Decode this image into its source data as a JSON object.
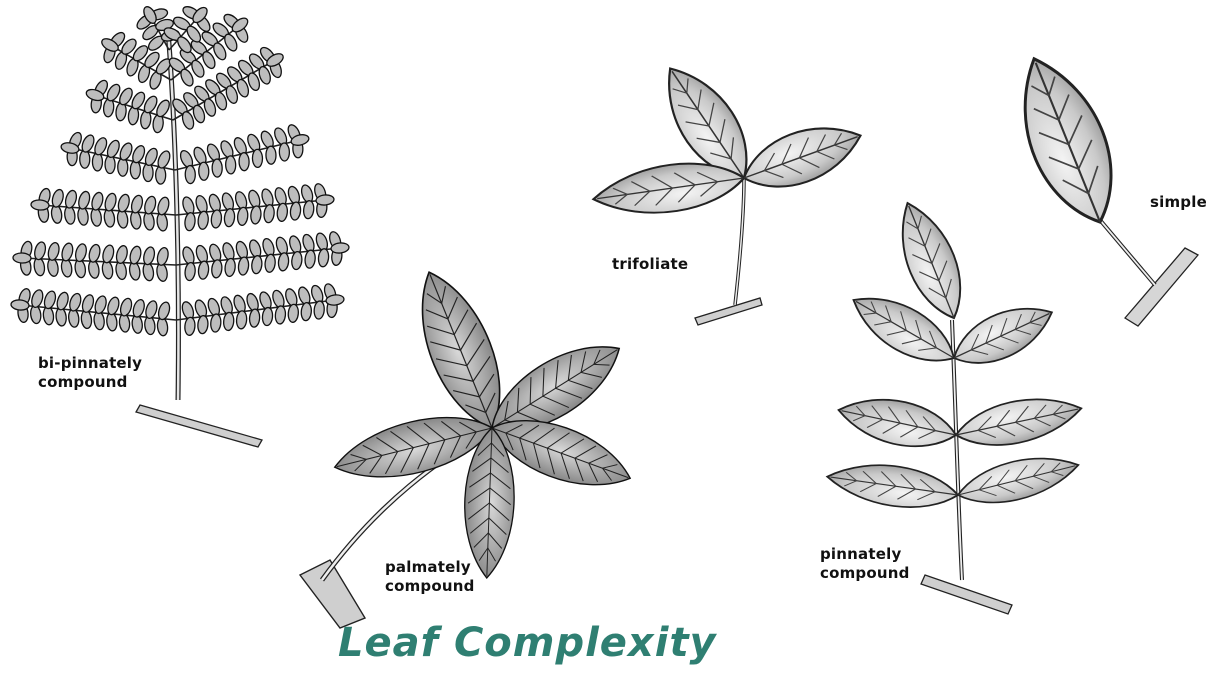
{
  "title": "Leaf Complexity",
  "labels": {
    "bipinnately_line1": "bi-pinnately",
    "bipinnately_line2": "compound",
    "palmately_line1": "palmately",
    "palmately_line2": "compound",
    "trifoliate": "trifoliate",
    "pinnately_line1": "pinnately",
    "pinnately_line2": "compound",
    "simple": "simple"
  },
  "colors": {
    "title": "#2f7f72",
    "ink": "#111111",
    "leaf_fill": "#dcdcdc",
    "leaf_shade": "#9a9a9a"
  }
}
